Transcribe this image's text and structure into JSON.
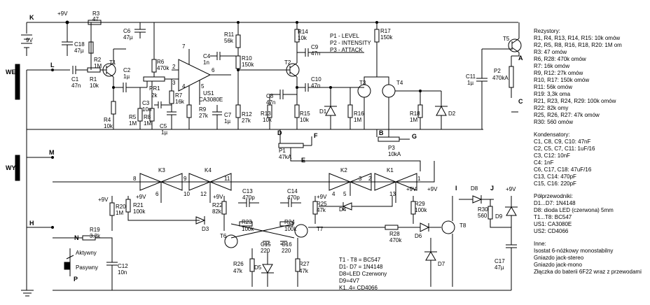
{
  "nodes": {
    "k": "K",
    "we": "WE",
    "wy": "WY",
    "h": "H",
    "l": "L",
    "m": "M",
    "n": "N",
    "p": "P",
    "i": "I",
    "j": "J",
    "a": "A",
    "b": "B",
    "c": "C",
    "d": "D",
    "e": "E",
    "f": "F",
    "g": "G"
  },
  "supply": "+9V",
  "battery": "9V",
  "components": {
    "r3": "R3",
    "r3v": "47",
    "c18": "C18",
    "c18v": "47µ",
    "c6": "C6",
    "c6v": "47µ",
    "r2": "R2",
    "r2v": "1M",
    "t1": "T1",
    "c1": "C1",
    "c1v": "47n",
    "r1": "R1",
    "r1v": "10k",
    "c2": "C2",
    "c2v": "1µ",
    "r4": "R4",
    "r4v": "10k",
    "r6": "R6",
    "r6v": "470k",
    "pr1": "PR1",
    "pr1v": "2k",
    "c3": "C3",
    "c3v": "10n",
    "r5": "R5",
    "r5v": "1M",
    "r8": "R8",
    "r8v": "1M",
    "r7": "R7",
    "r7v": "16k",
    "c5": "C5",
    "c5v": "1µ",
    "c4": "C4",
    "c4v": "1n",
    "us1": "US1",
    "us1v": "CA3080E",
    "r11": "R11",
    "r11v": "56k",
    "r10": "R10",
    "r10v": "150k",
    "r9": "R9",
    "r9v": "27k",
    "c7": "C7",
    "c7v": "1µ",
    "r12": "R12",
    "r12v": "27k",
    "r14": "R14",
    "r14v": "10k",
    "c9": "C9",
    "c9v": "47n",
    "t2": "T2",
    "c10": "C10",
    "c10v": "47n",
    "c8": "C8",
    "c8v": "47n",
    "r13": "R13",
    "r13v": "10k",
    "r15": "R15",
    "r15v": "10k",
    "d1": "D1",
    "p1": "P1",
    "p1v": "47kA",
    "r17": "R17",
    "r17v": "150k",
    "t3": "T3",
    "t4": "T4",
    "r16": "R16",
    "r16v": "1M",
    "r18": "R18",
    "r18v": "1M",
    "d2": "D2",
    "p3": "P3",
    "p3v": "10kA",
    "c11": "C11",
    "c11v": "1µ",
    "p2": "P2",
    "p2v": "470kA",
    "t5": "T5",
    "k1": "K1",
    "k2": "K2",
    "k3": "K3",
    "k4": "K4",
    "r20": "R20",
    "r20v": "1M",
    "r21": "R21",
    "r21v": "100k",
    "r22": "R22",
    "r22v": "82k",
    "c13": "C13",
    "c13v": "470p",
    "c14": "C14",
    "c14v": "470p",
    "r25": "R25",
    "r25v": "47k",
    "r29": "R29",
    "r29v": "100k",
    "d3": "D3",
    "d4": "D4",
    "r23": "R23",
    "r23v": "100k",
    "r24": "R24",
    "r24v": "100k",
    "t6": "T6",
    "t7": "T7",
    "c15": "C15",
    "c15v": "220",
    "c16": "C16",
    "c16v": "220",
    "r26": "R26",
    "r26v": "47k",
    "d5": "D5",
    "r27": "R27",
    "r27v": "47k",
    "r28": "R28",
    "r28v": "470k",
    "d6": "D6",
    "t8": "T8",
    "d7": "D7",
    "d8": "D8",
    "r30": "R30",
    "r30v": "560",
    "d9": "D9",
    "c17": "C17",
    "c17v": "47µ",
    "r19": "R19",
    "r19v": "3.3k",
    "c12": "C12",
    "c12v": "10n",
    "sw_on": "Aktywny",
    "sw_off": "Pasywny"
  },
  "pins": {
    "us1": [
      "7",
      "2",
      "3",
      "6",
      "5",
      "4"
    ],
    "k3": [
      "8",
      "6"
    ],
    "k4": [
      "9",
      "10",
      "12",
      "11"
    ],
    "k2": [
      "3",
      "4",
      "5"
    ],
    "k1": [
      "2",
      "1",
      "13"
    ]
  },
  "pot_list": [
    "P1 - LEVEL",
    "P2 - INTENSITY",
    "P3 - ATTACK"
  ],
  "notes": [
    "T1 - T8 = BC547",
    "D1- D7 = 1N4148",
    "D8=LED Czerwony",
    "D9=4V7",
    "K1..4= CD4066"
  ],
  "legend": {
    "resistors_title": "Rezystory:",
    "resistors": [
      "R1, R4, R13, R14, R15: 10k omów",
      "R2, R5, R8, R16, R18, R20: 1M om",
      "R3: 47 omów",
      "R6, R28: 470k omów",
      "R7: 16k omów",
      "R9, R12: 27k omów",
      "R10, R17: 150k omów",
      "R11: 56k omów",
      "R19: 3,3k oma",
      "R21, R23, R24, R29: 100k omów",
      "R22: 82k omy",
      "R25, R26, R27: 47k omów",
      "R30: 560 omów"
    ],
    "capacitors_title": "Kondensatory:",
    "capacitors": [
      "C1, C8, C9, C10: 47nF",
      "C2, C5, C7, C11: 1uF/16",
      "C3, C12: 10nF",
      "C4: 1nF",
      "C6, C17, C18: 47uF/16",
      "C13, C14: 470pF",
      "C15, C16: 220pF"
    ],
    "semis_title": "Półprzewodniki:",
    "semis": [
      "D1...D7: 1N4148",
      "D8: dioda LED (czerwona) 5mm",
      "T1...T8: BC547",
      "US1: CA3080E",
      "US2: CD4066"
    ],
    "other_title": "Inne:",
    "other": [
      "Isostat 6-nóżkowy monostabilny",
      "Gniazdo jack-stereo",
      "Gniazdo jack-mono",
      "Złączka do baterii 6F22 wraz z przewodami"
    ]
  }
}
